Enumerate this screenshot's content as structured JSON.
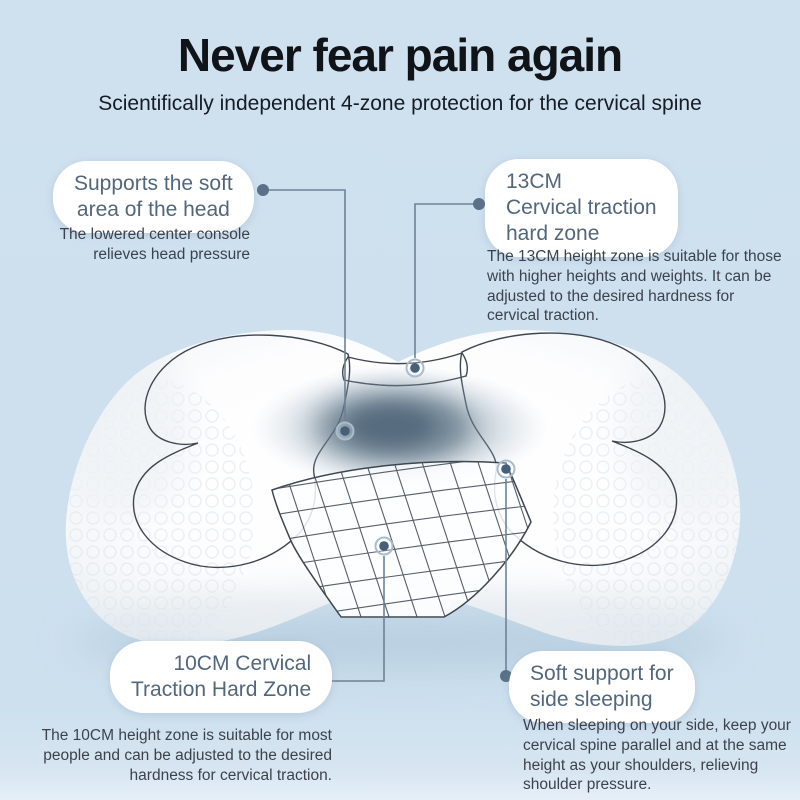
{
  "poster": {
    "title": "Never fear pain again",
    "subtitle": "Scientifically independent 4-zone protection for the cervical spine"
  },
  "callouts": {
    "head_support": {
      "label_lines": [
        "Supports the soft",
        "area of the head"
      ],
      "body": "The lowered center console relieves head pressure"
    },
    "traction_13cm": {
      "label_lines": [
        "13CM",
        "Cervical traction",
        "hard zone"
      ],
      "body": "The 13CM height zone is suitable for those with higher heights and weights. It can be adjusted to the desired hardness for cervical traction."
    },
    "traction_10cm": {
      "label_lines": [
        "10CM Cervical",
        "Traction Hard Zone"
      ],
      "body": "The 10CM height zone is suitable for most people and can be adjusted to the desired hardness for cervical traction."
    },
    "side_sleeping": {
      "label_lines": [
        "Soft support for",
        "side sleeping"
      ],
      "body": "When sleeping on your side, keep your cervical spine parallel and at the same height as your shoulders, relieving shoulder pressure."
    }
  },
  "colors": {
    "background": "#cfe1ef",
    "pill_background": "#ffffff",
    "pill_text": "#53677b",
    "body_text": "#3c424d",
    "title_text": "#101317",
    "connector_line": "#6d8296",
    "anchor_dot": "#47607a",
    "depression_shade": "#5d7385",
    "contour_line": "#3e4650"
  }
}
